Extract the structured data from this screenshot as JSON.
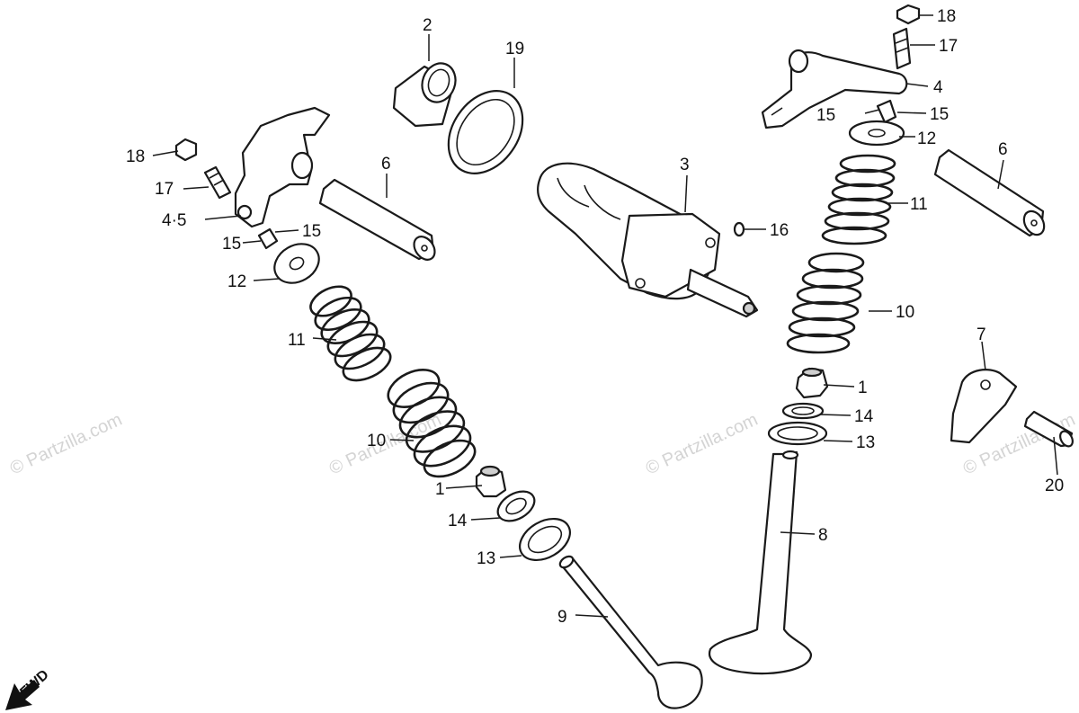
{
  "watermark": "© Partzilla.com",
  "direction_label": "FWD",
  "callouts": {
    "c2": "2",
    "c19": "19",
    "c18_right": "18",
    "c17_right": "17",
    "c4": "4",
    "c15_right_a": "15",
    "c15_right_b": "15",
    "c12_right": "12",
    "c6_right": "6",
    "c18_left": "18",
    "c17_left": "17",
    "c45": "4·5",
    "c15_left_a": "15",
    "c15_left_b": "15",
    "c6_left": "6",
    "c12_left": "12",
    "c3": "3",
    "c16": "16",
    "c11_right": "11",
    "c10_right": "10",
    "c7": "7",
    "c1_right": "1",
    "c14_right": "14",
    "c13_right": "13",
    "c20": "20",
    "c8": "8",
    "c11_left": "11",
    "c10_left": "10",
    "c1_left": "1",
    "c14_left": "14",
    "c13_left": "13",
    "c9": "9"
  }
}
